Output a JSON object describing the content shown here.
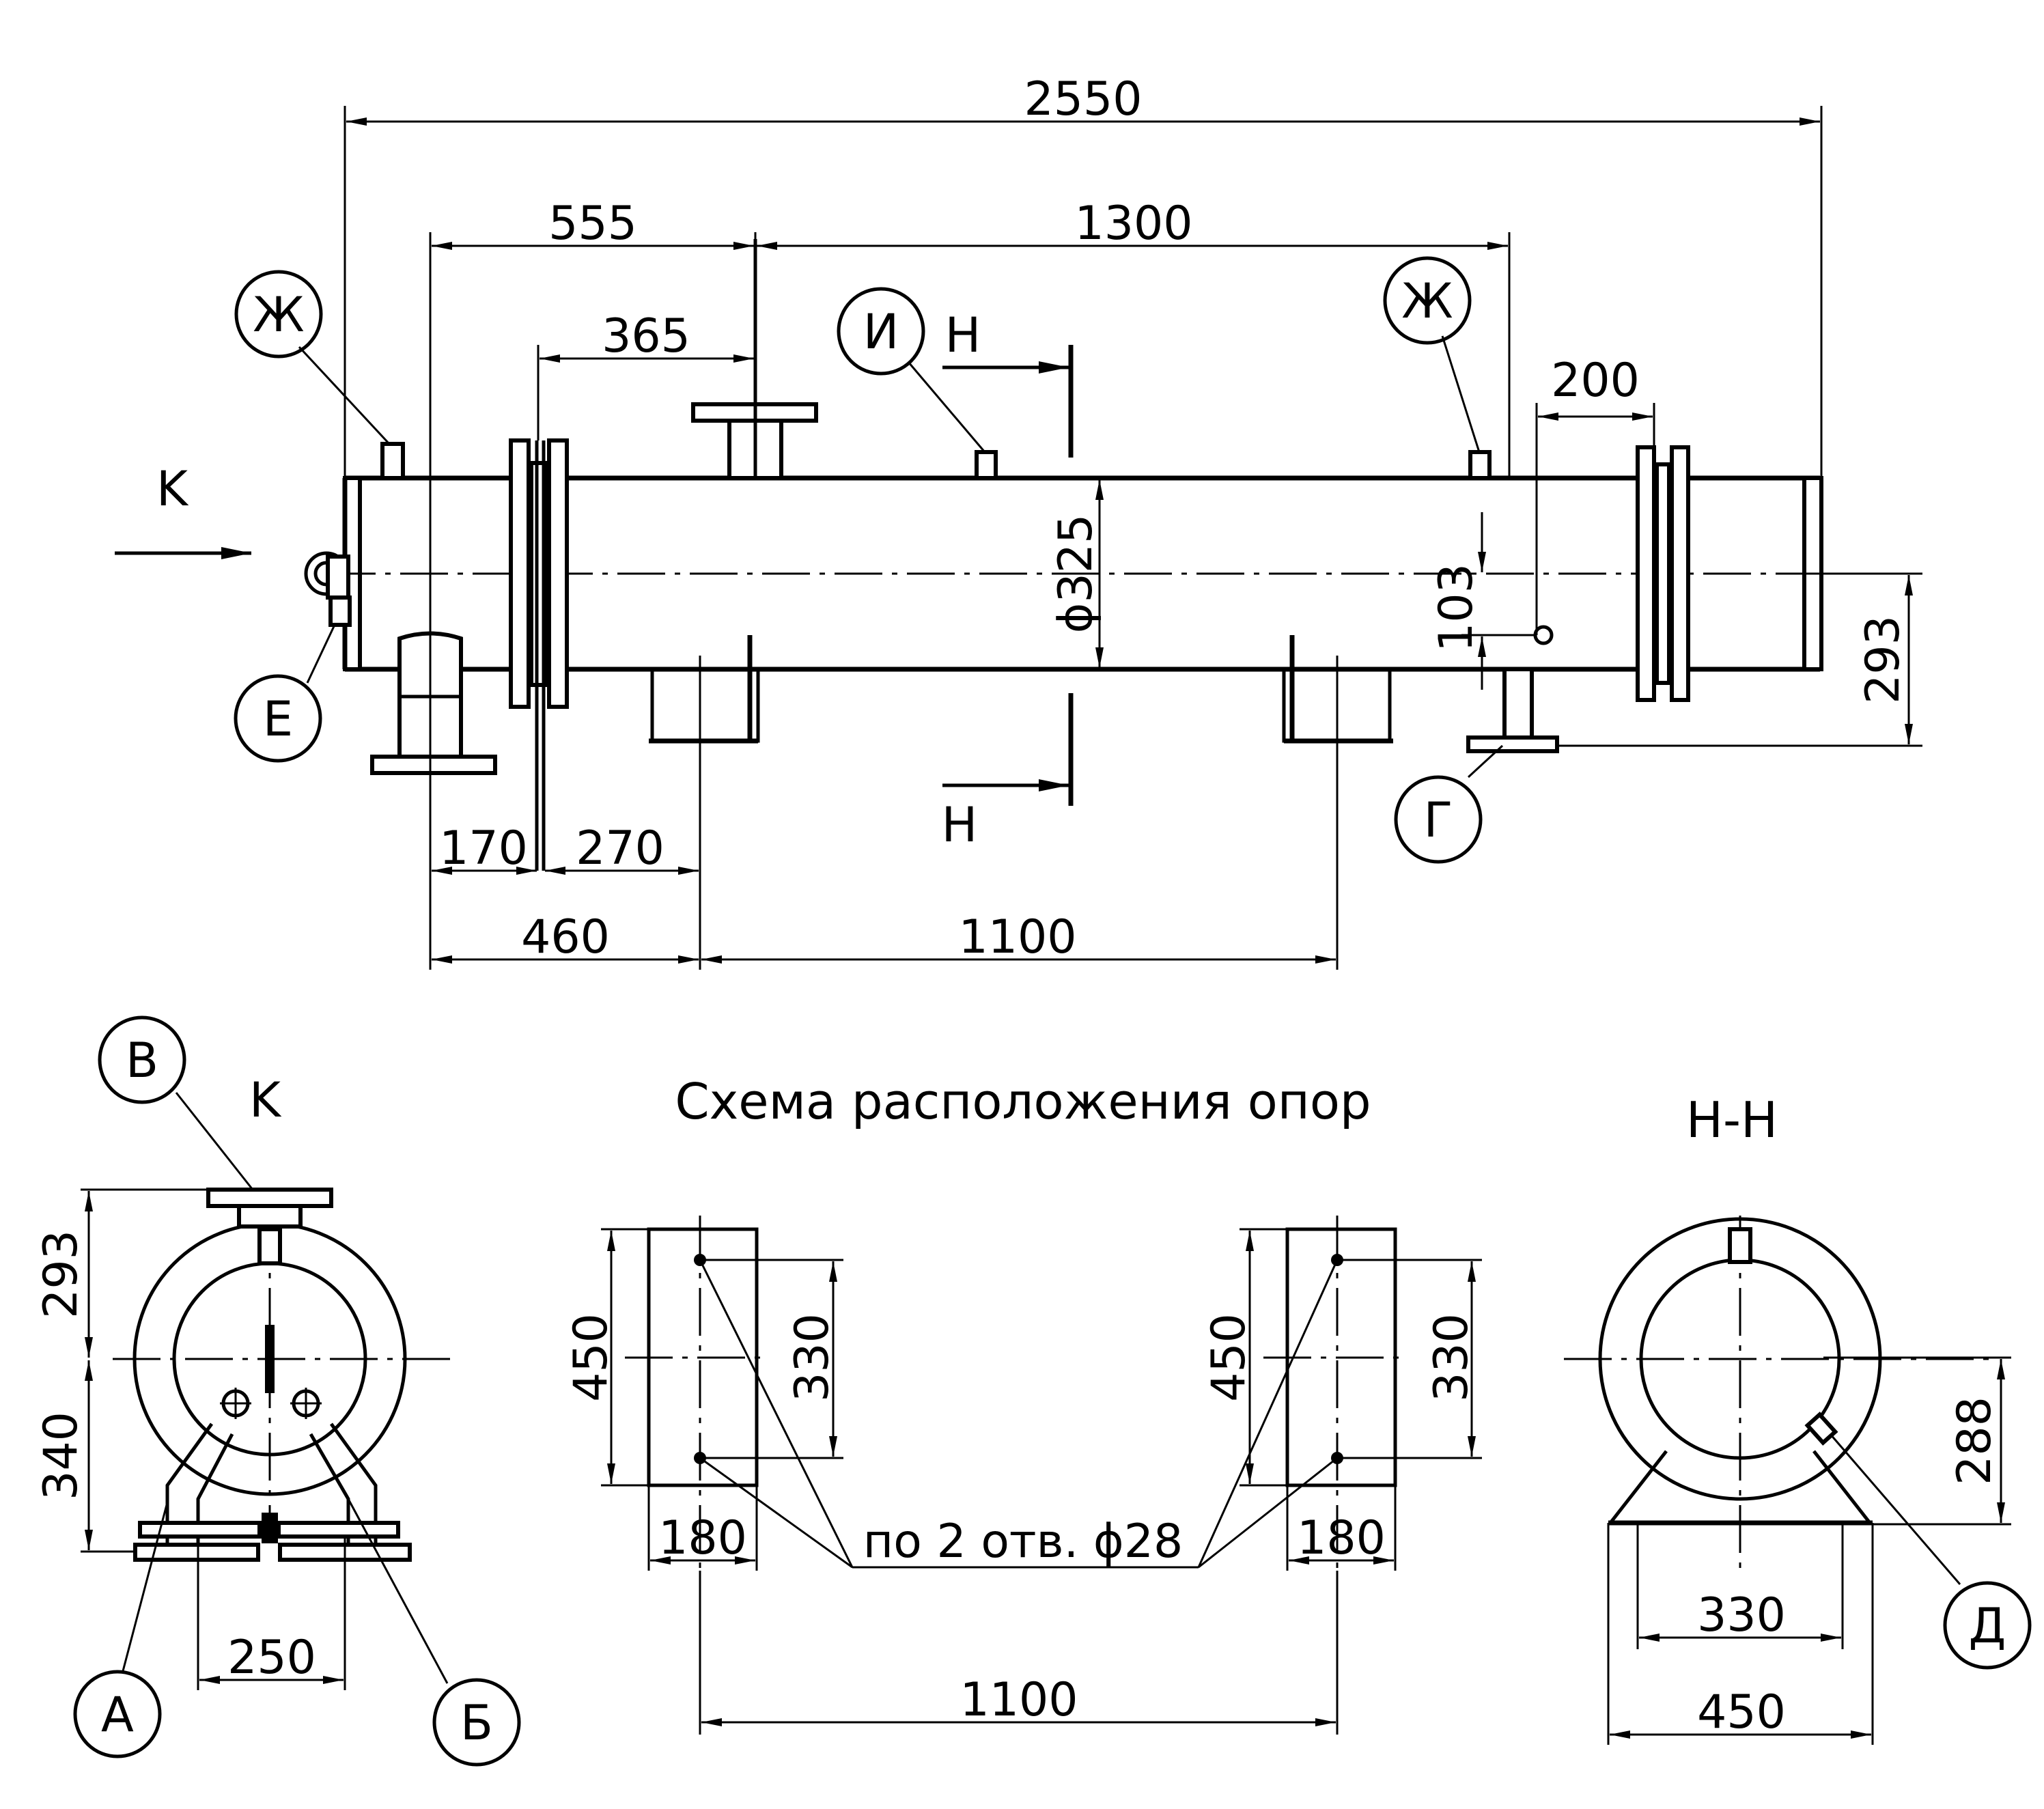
{
  "main_view": {
    "dims": {
      "overall": "2550",
      "d555": "555",
      "d1300": "1300",
      "d365": "365",
      "d200": "200",
      "d325": "ϕ325",
      "d103": "103",
      "d293": "293",
      "d170": "170",
      "d270": "270",
      "d460": "460",
      "d1100": "1100"
    },
    "labels": {
      "zh_left": "Ж",
      "i": "И",
      "zh_right": "Ж",
      "e": "Е",
      "g": "Г",
      "k_view": "K",
      "n_top": "Н",
      "n_bottom": "Н"
    }
  },
  "view_k": {
    "title": "K",
    "dims": {
      "d293": "293",
      "d340": "340",
      "d250": "250"
    },
    "labels": {
      "v": "В",
      "a": "А",
      "b": "Б"
    }
  },
  "supports": {
    "title": "Схема расположения опор",
    "dims": {
      "left450": "450",
      "left330": "330",
      "left180": "180",
      "right450": "450",
      "right330": "330",
      "right180": "180",
      "span": "1100"
    },
    "holes_note": "по 2 отв. ϕ28"
  },
  "section_nn": {
    "title": "Н-Н",
    "dims": {
      "d288": "288",
      "d330": "330",
      "d450": "450"
    },
    "labels": {
      "d": "Д"
    }
  }
}
